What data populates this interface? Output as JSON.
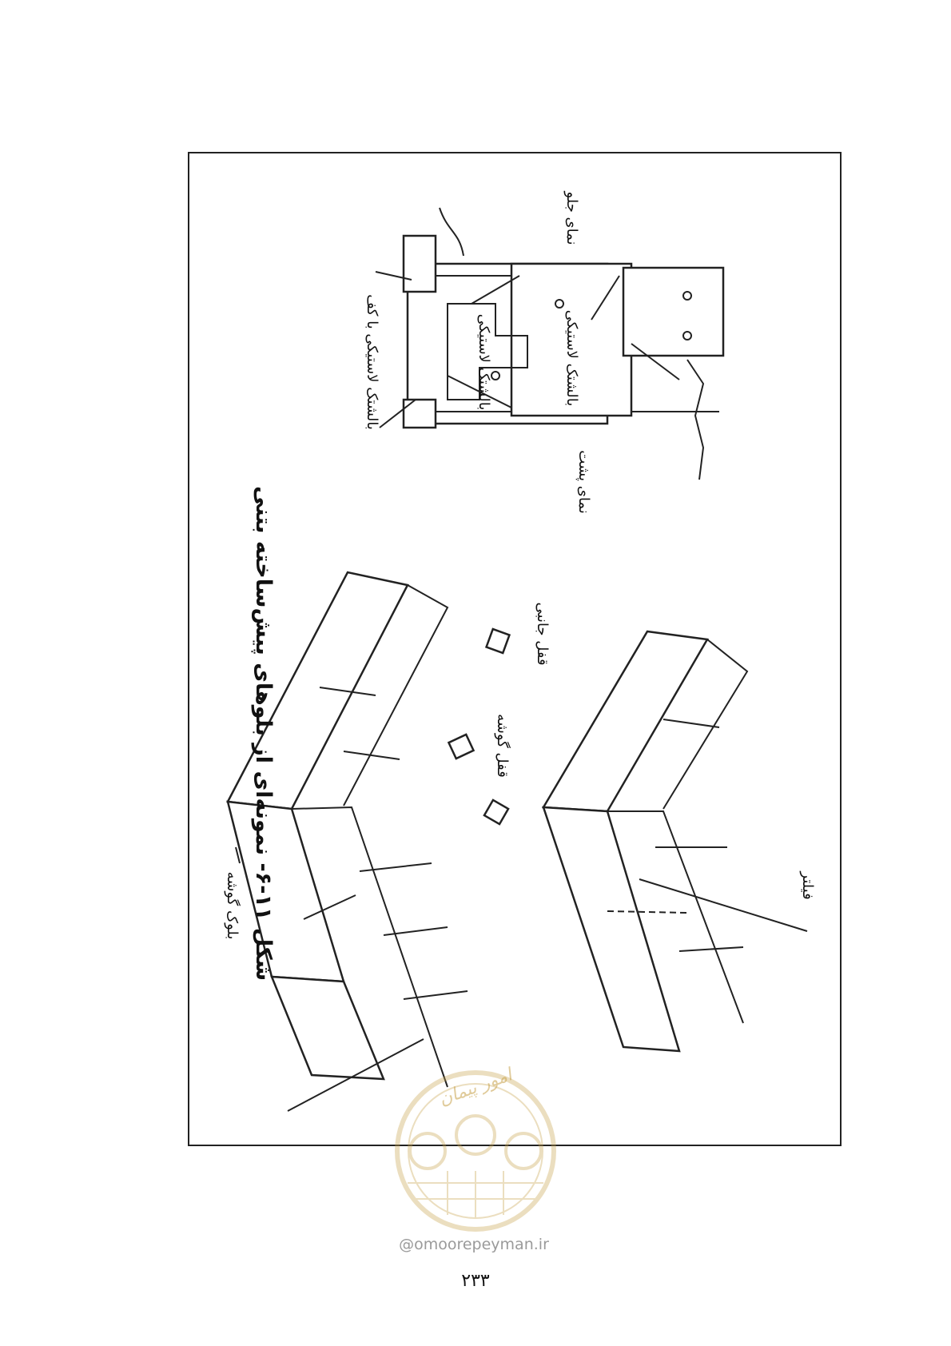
{
  "figure": {
    "caption": "شکل ۱۱-۶- نمونه‌ای از بلوهای پیش‌ساخته بتنی",
    "labels": {
      "front_view": "نمای جلو",
      "rear_view": "نمای پشت",
      "rubber_pad_1": "بالشتک لاستیکی",
      "rubber_pad_2": "بالشتک لاستیکی",
      "rubber_pad_floor": "بالشتک لاستیکی با کف",
      "side_lock": "قفل جانبی",
      "corner_lock": "قفل گوشه",
      "filter": "فیلتر",
      "corner_block": "بلوک گوشه"
    }
  },
  "watermark": {
    "logo_text": "امور پیمان",
    "website": "@omoorepeyman.ir"
  },
  "page_number": "۲۳۳"
}
